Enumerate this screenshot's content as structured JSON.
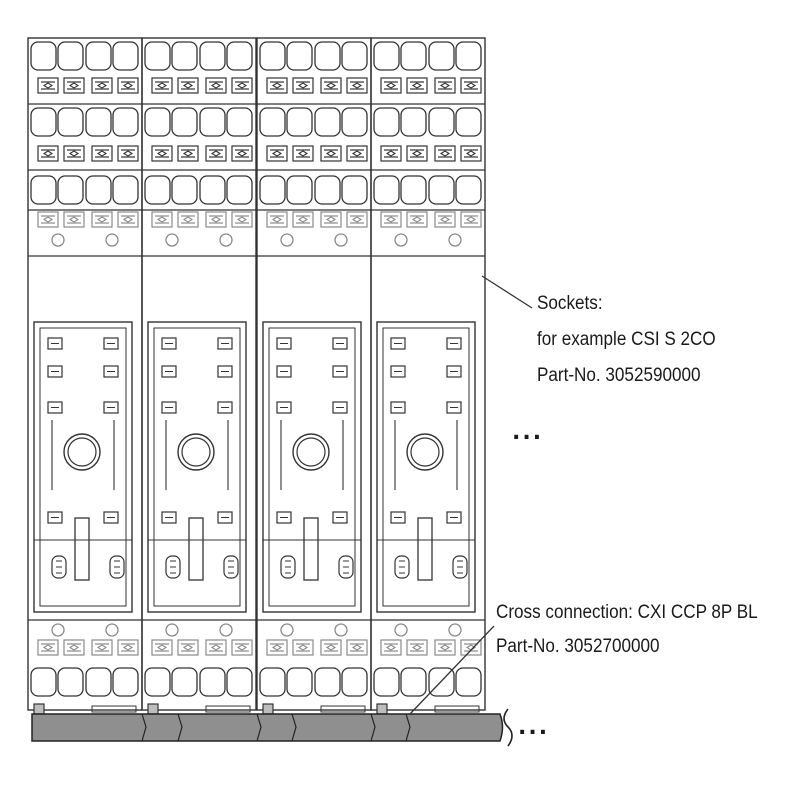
{
  "callouts": {
    "sockets": {
      "title": "Sockets:",
      "example": "for example CSI S 2CO",
      "part_no": "Part-No. 3052590000"
    },
    "cross_connection": {
      "title": "Cross connection: CXI CCP 8P BL",
      "part_no": "Part-No. 3052700000"
    }
  },
  "continuation": {
    "right_marker": "...",
    "bar_marker": "..."
  },
  "colors": {
    "outline": "#333333",
    "light_outline": "#8a8a8a",
    "bar_fill": "#8f8f8f"
  }
}
